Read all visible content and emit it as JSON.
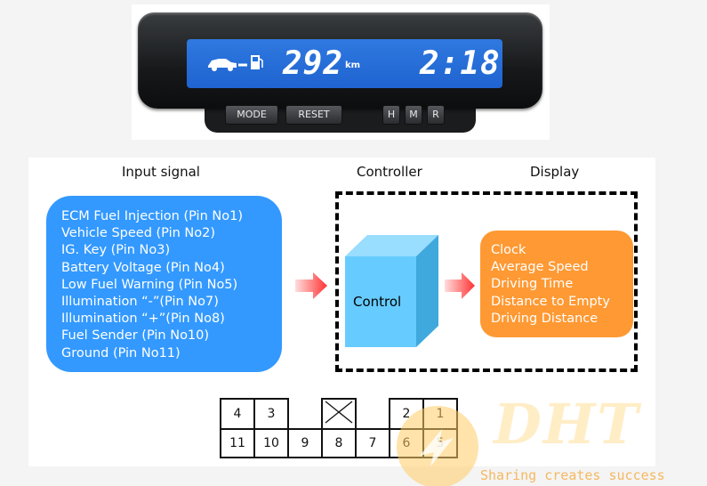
{
  "device": {
    "distance_value": "292",
    "distance_unit": "km",
    "clock_value": "2:18",
    "buttons": {
      "mode": "MODE",
      "reset": "RESET",
      "h": "H",
      "m": "M",
      "r": "R"
    }
  },
  "diagram": {
    "input_heading": "Input signal",
    "controller_heading": "Controller",
    "display_heading": "Display",
    "inputs": [
      "ECM Fuel Injection (Pin No1)",
      "Vehicle Speed (Pin No2)",
      "IG. Key (Pin No3)",
      "Battery Voltage (Pin No4)",
      "Low Fuel Warning (Pin No5)",
      "Illumination “-”(Pin No7)",
      "Illumination “+”(Pin No8)",
      "Fuel Sender (Pin No10)",
      "Ground (Pin No11)"
    ],
    "controller_label": "Control",
    "display_items": [
      "Clock",
      "Average Speed",
      "Driving Time",
      "Distance to Empty",
      "Driving Distance"
    ]
  },
  "connector": {
    "top_row": [
      "4",
      "3",
      "",
      "",
      "",
      "2",
      "1"
    ],
    "bottom_row": [
      "11",
      "10",
      "9",
      "8",
      "7",
      "6",
      "5"
    ]
  },
  "watermark": {
    "logo_text": "DHT",
    "tagline": "Sharing creates success"
  },
  "colors": {
    "input_box": "#3399ff",
    "display_box": "#ff9933",
    "controller_cube": "#66ccff",
    "arrow": "#ff3333",
    "lcd": "#2370d8"
  }
}
